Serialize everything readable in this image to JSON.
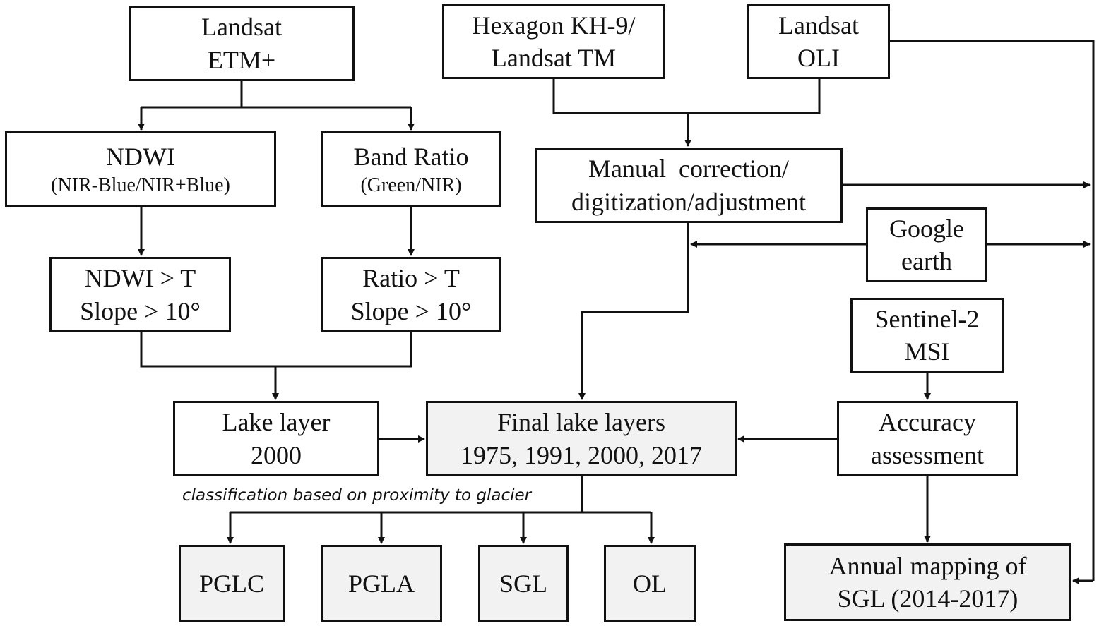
{
  "nodes": {
    "landsat_etm": {
      "line1": "Landsat",
      "line2": "ETM+"
    },
    "hexagon": {
      "line1": "Hexagon KH-9/",
      "line2": "Landsat TM"
    },
    "landsat_oli": {
      "line1": "Landsat",
      "line2": "OLI"
    },
    "ndwi": {
      "line1": "NDWI",
      "line2": "(NIR-Blue/NIR+Blue)"
    },
    "band_ratio": {
      "line1": "Band Ratio",
      "line2": "(Green/NIR)"
    },
    "manual_correction": {
      "line1": "Manual  correction/",
      "line2": "digitization/adjustment"
    },
    "google_earth": {
      "line1": "Google",
      "line2": "earth"
    },
    "ndwi_threshold": {
      "line1": "NDWI > T",
      "line2": "Slope > 10°"
    },
    "ratio_threshold": {
      "line1": "Ratio > T",
      "line2": "Slope > 10°"
    },
    "sentinel2": {
      "line1": "Sentinel-2",
      "line2": "MSI"
    },
    "lake_layer": {
      "line1": "Lake layer",
      "line2": "2000"
    },
    "final_lake_layers": {
      "line1": "Final lake layers",
      "line2": "1975, 1991, 2000, 2017"
    },
    "accuracy": {
      "line1": "Accuracy",
      "line2": "assessment"
    },
    "pglc": {
      "label": "PGLC"
    },
    "pgla": {
      "label": "PGLA"
    },
    "sgl": {
      "label": "SGL"
    },
    "ol": {
      "label": "OL"
    },
    "annual_mapping": {
      "line1": "Annual mapping of",
      "line2": "SGL (2014-2017)"
    }
  },
  "annotations": {
    "classification": "classification based on proximity to glacier"
  },
  "colors": {
    "stroke": "#111111",
    "shaded_fill": "#f2f2f2",
    "background": "#ffffff"
  }
}
